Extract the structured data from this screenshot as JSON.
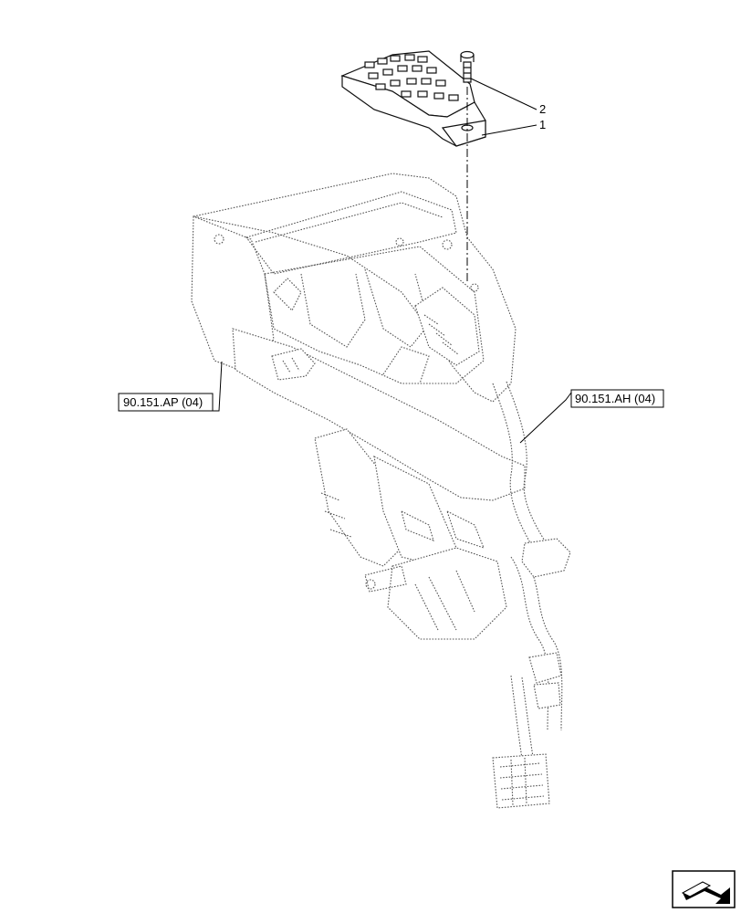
{
  "references": {
    "left": "90.151.AP (04)",
    "right": "90.151.AH (04)"
  },
  "callouts": {
    "item1": "1",
    "item2": "2"
  },
  "icons": {
    "nav": "view-orientation-arrow-icon"
  },
  "colors": {
    "line": "#000000",
    "background": "#ffffff"
  }
}
